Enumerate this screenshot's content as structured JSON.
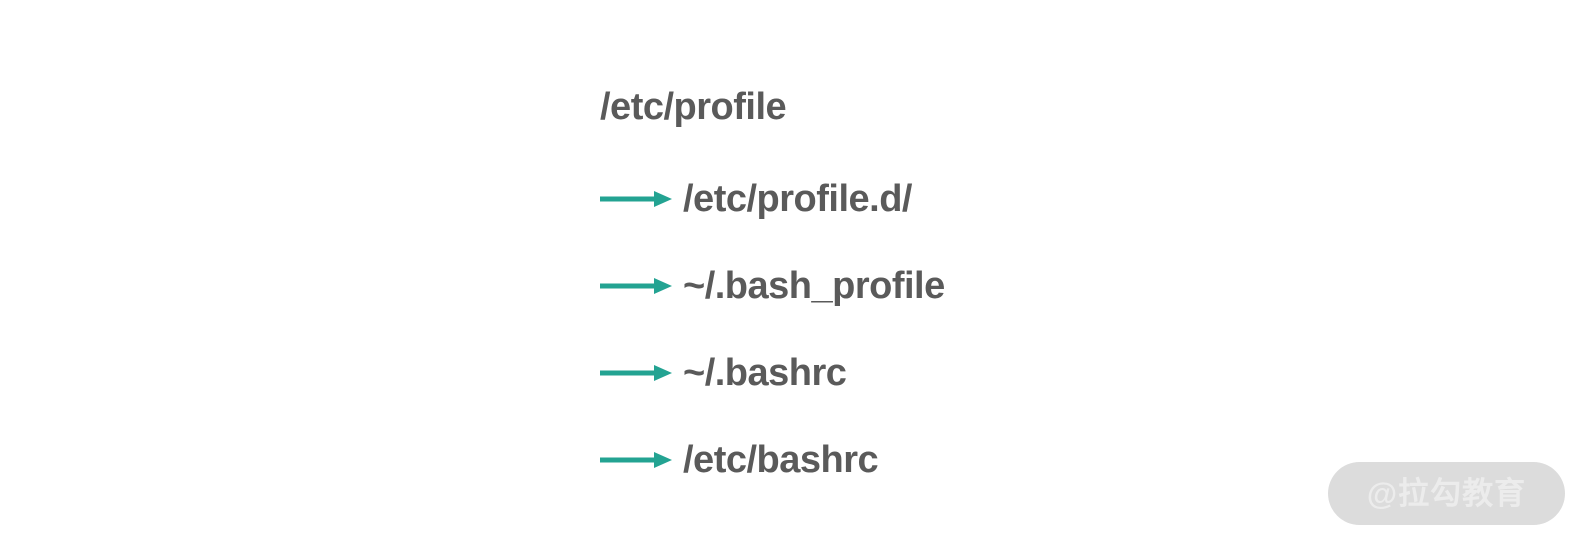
{
  "diagram": {
    "root": {
      "label": "/etc/profile"
    },
    "children": [
      {
        "label": "/etc/profile.d/",
        "arrow_icon": "arrow-right-icon"
      },
      {
        "label": "~/.bash_profile",
        "arrow_icon": "arrow-right-icon"
      },
      {
        "label": "~/.bashrc",
        "arrow_icon": "arrow-right-icon"
      },
      {
        "label": "/etc/bashrc",
        "arrow_icon": "arrow-right-icon"
      }
    ]
  },
  "watermark": {
    "text": "@拉勾教育"
  },
  "colors": {
    "background": "#ffffff",
    "text": "#5a5a5a",
    "arrow": "#23a392",
    "watermark_pill": "#dcdcdc",
    "watermark_text": "#ececec"
  }
}
